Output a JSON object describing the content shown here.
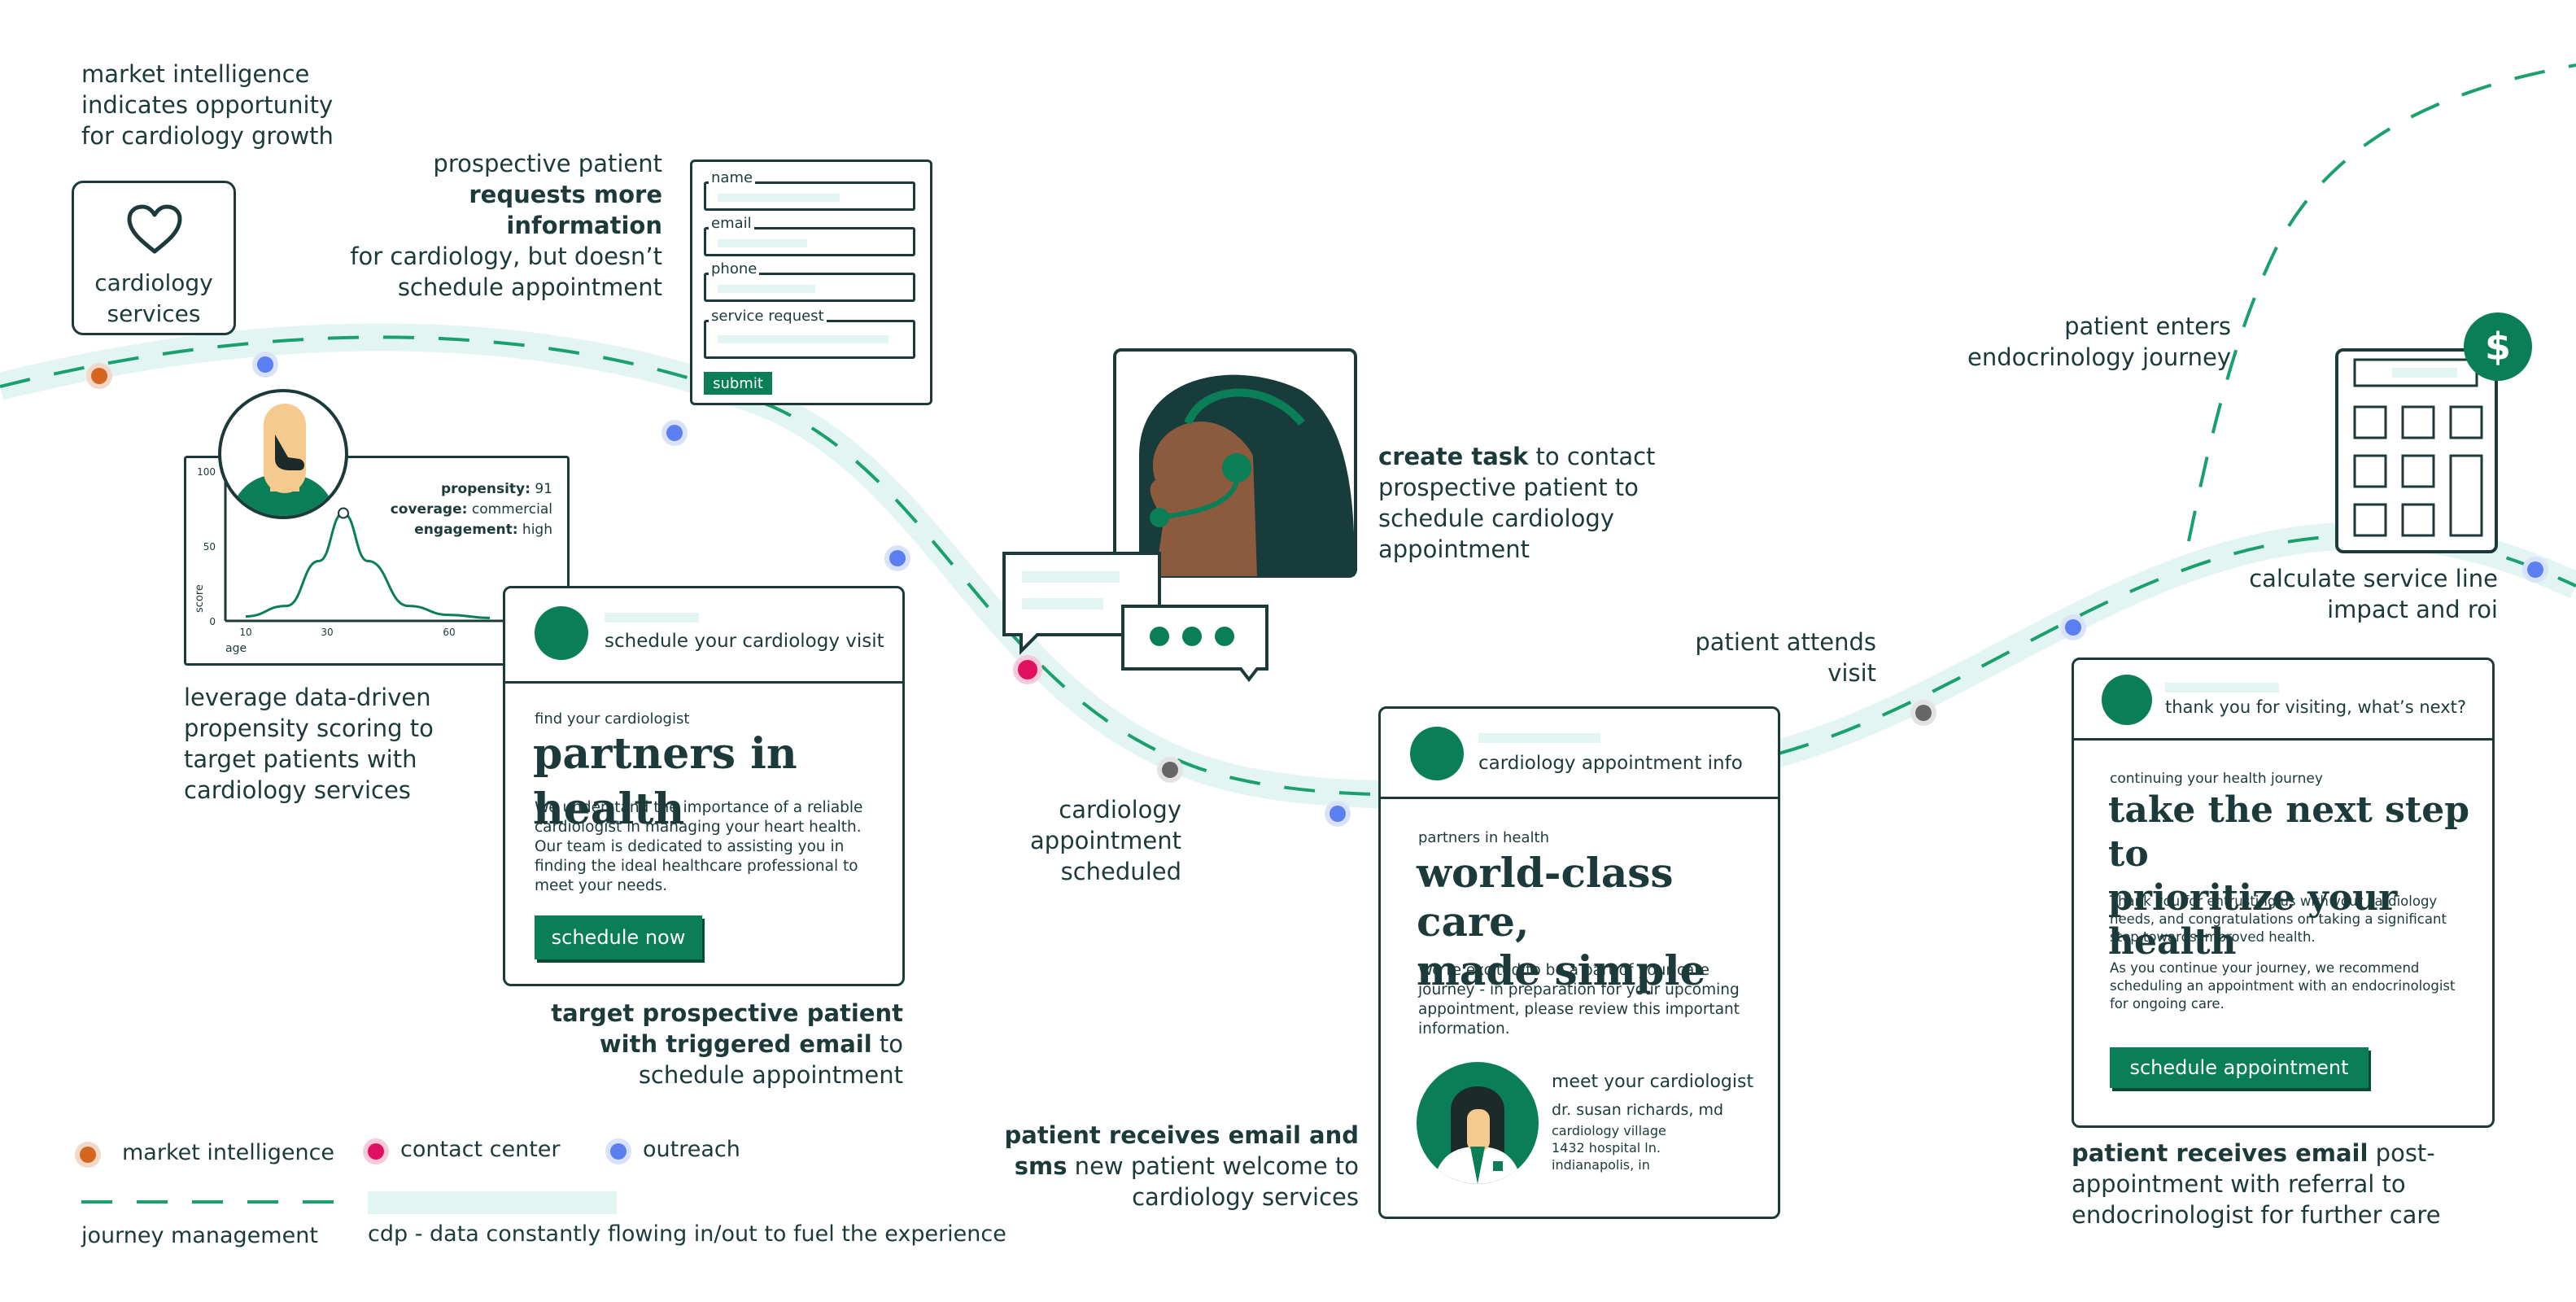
{
  "colors": {
    "market_intelligence": "#d4661f",
    "contact_center": "#e0105e",
    "outreach": "#5b7ff0",
    "visit": "#777777",
    "green": "#0a7e57",
    "dark": "#1c3a3a",
    "cdp_band": "#e3f5f2"
  },
  "step_market": {
    "lines": [
      "market intelligence",
      "indicates opportunity",
      "for cardiology growth"
    ]
  },
  "cardiology_box": {
    "icon": "heart-icon",
    "label_1": "cardiology",
    "label_2": "services"
  },
  "step_request": {
    "line1": "prospective patient",
    "line2": "requests more information",
    "line3": "for cardiology, but doesn’t",
    "line4": "schedule appointment"
  },
  "form": {
    "name": "name",
    "email": "email",
    "phone": "phone",
    "service_request": "service request",
    "submit": "submit"
  },
  "propensity": {
    "propensity_label": "propensity:",
    "propensity_value": "91",
    "coverage_label": "coverage:",
    "coverage_value": "commercial",
    "engagement_label": "engagement:",
    "engagement_value": "high",
    "y_label": "score",
    "x_label": "age",
    "y_ticks": [
      "100",
      "50",
      "0"
    ],
    "x_ticks": [
      "10",
      "30",
      "60"
    ]
  },
  "chart_data": {
    "type": "line",
    "xlabel": "age",
    "ylabel": "score",
    "x_ticks": [
      "10",
      "30",
      "60"
    ],
    "y_ticks": [
      "0",
      "50",
      "100"
    ],
    "series": [
      {
        "x": [
          10,
          20,
          28,
          34,
          40,
          50,
          60,
          70
        ],
        "y": [
          3,
          10,
          40,
          72,
          40,
          10,
          4,
          2
        ]
      }
    ],
    "highlight": {
      "x": 34,
      "y": 72
    },
    "propensity": 91,
    "coverage": "commercial",
    "engagement": "high"
  },
  "step_scoring": {
    "lines": [
      "leverage data-driven",
      "propensity scoring to",
      "target patients with",
      "cardiology services"
    ]
  },
  "email1": {
    "header": "schedule your cardiology visit",
    "eyebrow": "find your cardiologist",
    "title": "partners in health",
    "body": "We understand the importance of a reliable cardiologist in managing your heart health. Our team is dedicated to assisting you in finding the ideal healthcare professional to meet your needs.",
    "button": "schedule now"
  },
  "step_email": {
    "bold1": "target prospective patient",
    "bold2": "with triggered email",
    "rest2": " to",
    "line3": "schedule appointment"
  },
  "step_task": {
    "bold": "create task",
    "rest1": " to contact",
    "line2": "prospective patient to",
    "line3": "schedule cardiology",
    "line4": "appointment"
  },
  "step_scheduled": {
    "lines": [
      "cardiology",
      "appointment",
      "scheduled"
    ]
  },
  "email2": {
    "header": "cardiology appointment info",
    "eyebrow": "partners in health",
    "title_1": "world-class care,",
    "title_2": "made simple",
    "body": "We’re excited to be a part of your care journey - in preparation for your upcoming appointment, please review this important information.",
    "meet": "meet your cardiologist",
    "doctor": "dr. susan richards, md",
    "addr1": "cardiology village",
    "addr2": "1432 hospital ln.",
    "addr3": "indianapolis, in"
  },
  "step_welcome": {
    "bold1": "patient receives email and",
    "bold2": "sms",
    "rest2": " new patient welcome to",
    "line3": "cardiology services"
  },
  "step_attends": {
    "lines": [
      "patient attends",
      "visit"
    ]
  },
  "step_endo": {
    "lines": [
      "patient enters",
      "endocrinology journey"
    ]
  },
  "step_roi": {
    "lines": [
      "calculate service line",
      "impact and roi"
    ],
    "icon": "dollar-icon"
  },
  "email3": {
    "header": "thank you for visiting, what’s next?",
    "eyebrow": "continuing your health journey",
    "title_1": "take the next step to",
    "title_2": "prioritize your health",
    "body1": "Thank you for entrusting us with your cardiology needs, and congratulations on taking a significant step towards improved health.",
    "body2": "As you continue your journey, we recommend scheduling an appointment with an endocrinologist for ongoing care.",
    "button": "schedule appointment"
  },
  "step_post": {
    "bold": "patient receives email",
    "rest1": " post-",
    "line2": "appointment with referral to",
    "line3": "endocrinologist for further care"
  },
  "legend": {
    "market": "market intelligence",
    "contact": "contact center",
    "outreach": "outreach",
    "journey": "journey management",
    "cdp": "cdp - data constantly flowing in/out to fuel the experience"
  }
}
